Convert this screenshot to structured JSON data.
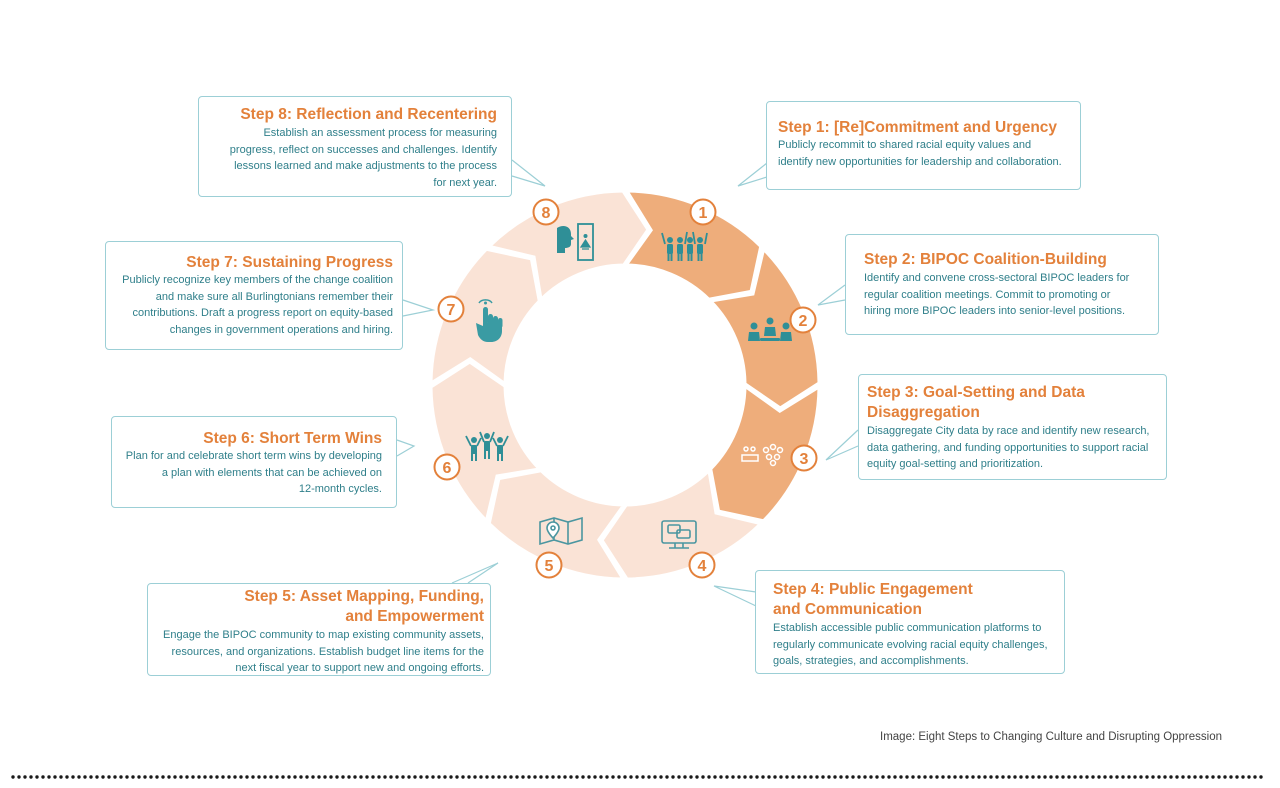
{
  "caption": "Image: Eight Steps to Changing Culture and Disrupting Oppression",
  "colors": {
    "accent": "#e3813b",
    "teal": "#2f8f97",
    "active_segment": "#eead7b",
    "inactive_segment": "#fae3d6",
    "card_border": "#9ccfd6"
  },
  "steps": [
    {
      "number": "1",
      "title": "Step 1: [Re]Commitment and Urgency",
      "body": [
        "Publicly recommit to shared racial equity values and",
        "identify new opportunities for leadership and collaboration."
      ],
      "icon": "people-raising-hands-icon",
      "highlighted": true
    },
    {
      "number": "2",
      "title": "Step 2: BIPOC Coalition-Building",
      "body": [
        "Identify and convene cross-sectoral BIPOC leaders for",
        "regular coalition meetings. Commit to promoting or",
        "hiring more BIPOC leaders into senior-level positions."
      ],
      "icon": "meeting-group-icon",
      "highlighted": true
    },
    {
      "number": "3",
      "title": [
        "Step 3: Goal-Setting and Data",
        "Disaggregation"
      ],
      "body": [
        "Disaggregate City data by race and identify new research,",
        "data gathering, and funding opportunities to support racial",
        "equity goal-setting and prioritization."
      ],
      "icon": "crowd-data-icon",
      "highlighted": true
    },
    {
      "number": "4",
      "title": [
        "Step 4: Public Engagement",
        "and Communication"
      ],
      "body": [
        "Establish accessible public communication platforms to",
        "regularly communicate evolving racial equity challenges,",
        "goals, strategies, and accomplishments."
      ],
      "icon": "computer-chat-icon",
      "highlighted": false
    },
    {
      "number": "5",
      "title": [
        "Step 5: Asset Mapping, Funding,",
        "and Empowerment"
      ],
      "body": [
        "Engage the BIPOC community to map existing community assets,",
        "resources, and organizations. Establish budget line items for the",
        "next fiscal year to support new and ongoing efforts."
      ],
      "icon": "map-pin-icon",
      "highlighted": false
    },
    {
      "number": "6",
      "title": "Step 6: Short Term Wins",
      "body": [
        "Plan for and celebrate short term wins by developing",
        "a plan with elements that can be achieved on",
        "12-month cycles."
      ],
      "icon": "celebrating-people-icon",
      "highlighted": false
    },
    {
      "number": "7",
      "title": "Step 7: Sustaining Progress",
      "body": [
        "Publicly recognize key members of the change coalition",
        "and make sure all Burlingtonians remember their",
        "contributions. Draft a progress report on equity-based",
        "changes in government operations and hiring."
      ],
      "icon": "hand-pointer-icon",
      "highlighted": false
    },
    {
      "number": "8",
      "title": "Step 8: Reflection and Recentering",
      "body": [
        "Establish an assessment process for measuring",
        "progress, reflect on successes and challenges.  Identify",
        "lessons learned and make adjustments to the process",
        "for next year."
      ],
      "icon": "reflection-mirror-icon",
      "highlighted": false
    }
  ]
}
